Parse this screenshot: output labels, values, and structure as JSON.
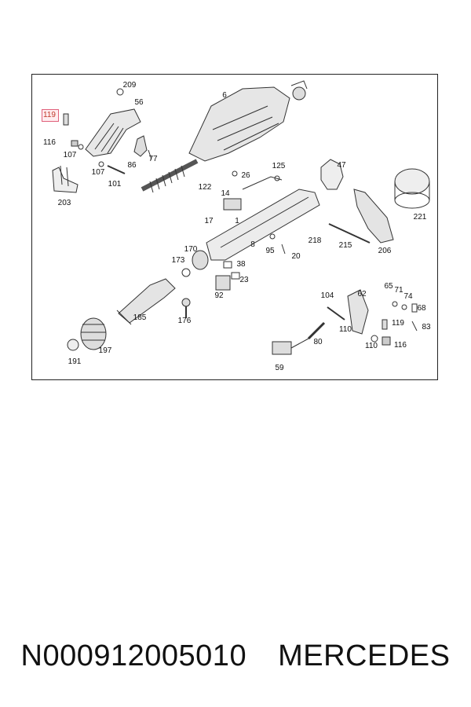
{
  "diagram": {
    "callouts": [
      {
        "id": "119-highlight",
        "text": "119",
        "highlighted": true
      },
      {
        "id": "116",
        "text": "116"
      },
      {
        "id": "107",
        "text": "107"
      },
      {
        "id": "209",
        "text": "209"
      },
      {
        "id": "56",
        "text": "56"
      },
      {
        "id": "77",
        "text": "77"
      },
      {
        "id": "86",
        "text": "86"
      },
      {
        "id": "107b",
        "text": "107"
      },
      {
        "id": "101",
        "text": "101"
      },
      {
        "id": "203",
        "text": "203"
      },
      {
        "id": "6",
        "text": "6"
      },
      {
        "id": "26",
        "text": "26"
      },
      {
        "id": "125",
        "text": "125"
      },
      {
        "id": "47",
        "text": "47"
      },
      {
        "id": "221",
        "text": "221"
      },
      {
        "id": "122",
        "text": "122"
      },
      {
        "id": "14",
        "text": "14"
      },
      {
        "id": "17",
        "text": "17"
      },
      {
        "id": "1",
        "text": "1"
      },
      {
        "id": "8",
        "text": "8"
      },
      {
        "id": "218",
        "text": "218"
      },
      {
        "id": "215",
        "text": "215"
      },
      {
        "id": "206",
        "text": "206"
      },
      {
        "id": "170",
        "text": "170"
      },
      {
        "id": "173",
        "text": "173"
      },
      {
        "id": "95",
        "text": "95"
      },
      {
        "id": "20",
        "text": "20"
      },
      {
        "id": "38",
        "text": "38"
      },
      {
        "id": "23",
        "text": "23"
      },
      {
        "id": "92",
        "text": "92"
      },
      {
        "id": "185",
        "text": "185"
      },
      {
        "id": "176",
        "text": "176"
      },
      {
        "id": "197",
        "text": "197"
      },
      {
        "id": "191",
        "text": "191"
      },
      {
        "id": "104",
        "text": "104"
      },
      {
        "id": "62",
        "text": "62"
      },
      {
        "id": "65",
        "text": "65"
      },
      {
        "id": "71",
        "text": "71"
      },
      {
        "id": "74",
        "text": "74"
      },
      {
        "id": "68",
        "text": "68"
      },
      {
        "id": "119",
        "text": "119"
      },
      {
        "id": "83",
        "text": "83"
      },
      {
        "id": "110",
        "text": "110"
      },
      {
        "id": "110b",
        "text": "110"
      },
      {
        "id": "116b",
        "text": "116"
      },
      {
        "id": "80",
        "text": "80"
      },
      {
        "id": "59",
        "text": "59"
      }
    ]
  },
  "caption": {
    "part_number": "N000912005010",
    "brand": "MERCEDES"
  },
  "colors": {
    "line": "#333333",
    "highlight": "#e0607a"
  }
}
